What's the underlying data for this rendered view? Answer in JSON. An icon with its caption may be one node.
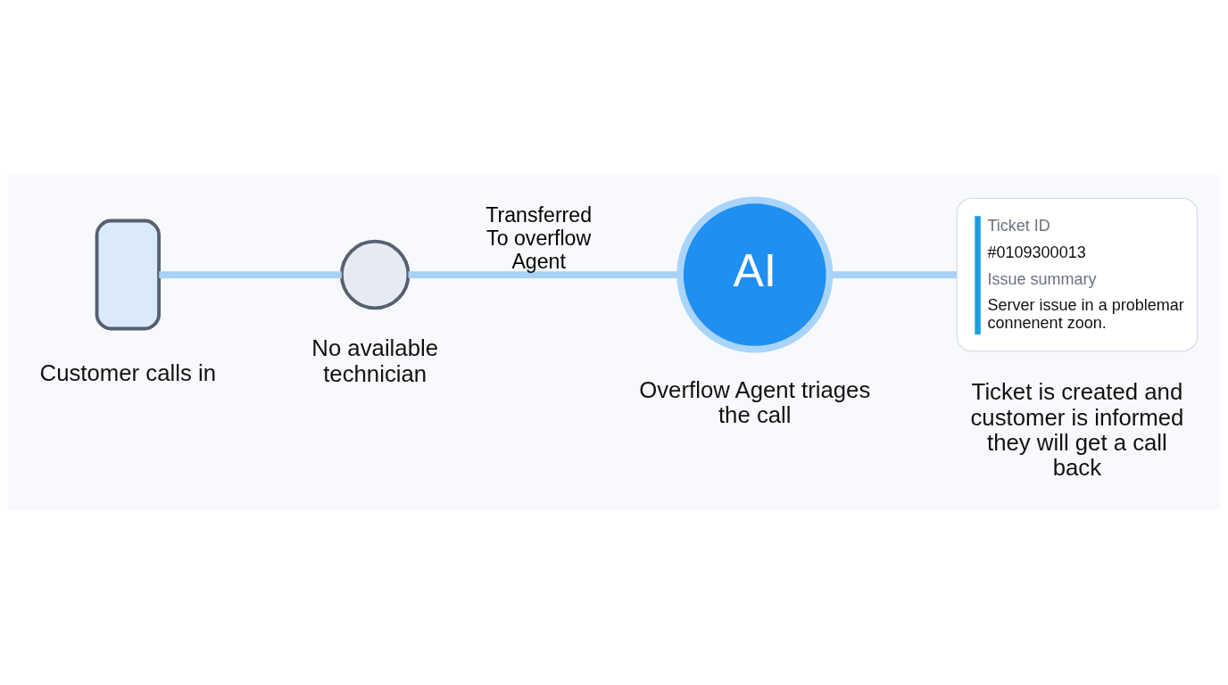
{
  "diagram": {
    "nodes": [
      {
        "text": [],
        "shape": "phone",
        "beside": [
          "Customer calls in"
        ]
      },
      {
        "text": [],
        "shape": "person",
        "beside": [
          "No available technician"
        ]
      },
      {
        "text": [
          "AI"
        ],
        "beside": [
          "Overflow Agent triages the call"
        ]
      },
      {
        "text": [
          "Ticket ID",
          "#0109300013",
          "Issue summary",
          "Server issue in a problemar connenent zoon."
        ],
        "beside": [
          "Ticket is created and customer is informed they will get a call back"
        ]
      }
    ],
    "edges": [
      {
        "from": 0,
        "to": 1,
        "arrow": "none"
      },
      {
        "from": 1,
        "to": 2,
        "arrow": "none",
        "label": "Transferred To overflow Agent"
      },
      {
        "from": 2,
        "to": 3,
        "arrow": "none"
      }
    ]
  }
}
